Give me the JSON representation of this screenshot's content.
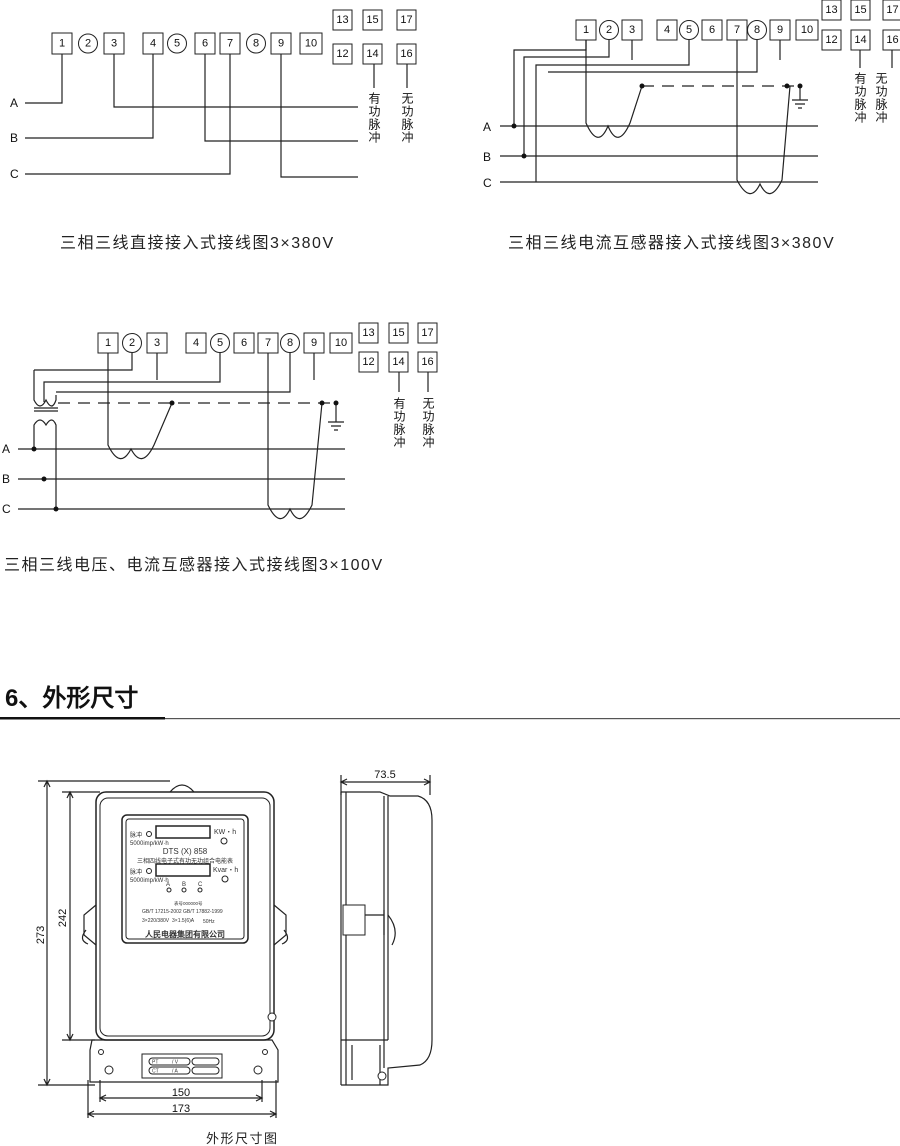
{
  "diagrams": [
    {
      "caption": "三相三线直接接入式接线图3×380V",
      "phases": [
        "A",
        "B",
        "C"
      ],
      "terminals": [
        "1",
        "2",
        "3",
        "4",
        "5",
        "6",
        "7",
        "8",
        "9",
        "10"
      ],
      "pulse_terminals_top": [
        "13",
        "15",
        "17"
      ],
      "pulse_terminals_bottom": [
        "12",
        "14",
        "16"
      ],
      "active_pulse": "有功脉冲",
      "reactive_pulse": "无功脉冲"
    },
    {
      "caption": "三相三线电流互感器接入式接线图3×380V",
      "phases": [
        "A",
        "B",
        "C"
      ],
      "terminals": [
        "1",
        "2",
        "3",
        "4",
        "5",
        "6",
        "7",
        "8",
        "9",
        "10"
      ],
      "pulse_terminals_top": [
        "13",
        "15",
        "17"
      ],
      "pulse_terminals_bottom": [
        "12",
        "14",
        "16"
      ],
      "active_pulse": "有功脉冲",
      "reactive_pulse": "无功脉冲"
    },
    {
      "caption": "三相三线电压、电流互感器接入式接线图3×100V",
      "phases": [
        "A",
        "B",
        "C"
      ],
      "terminals": [
        "1",
        "2",
        "3",
        "4",
        "5",
        "6",
        "7",
        "8",
        "9",
        "10"
      ],
      "pulse_terminals_top": [
        "13",
        "15",
        "17"
      ],
      "pulse_terminals_bottom": [
        "12",
        "14",
        "16"
      ],
      "active_pulse": "有功脉冲",
      "reactive_pulse": "无功脉冲"
    }
  ],
  "section": {
    "title": "6、外形尺寸",
    "accent_color": "#000000"
  },
  "dimensions": {
    "height_total": "273",
    "height_inner": "242",
    "width_inner": "150",
    "width_total": "173",
    "depth": "73.5",
    "caption": "外形尺寸图"
  },
  "meter_face": {
    "pulse_label": "脉冲",
    "constant_1": "5000imp/kW·h",
    "unit_1": "KW・h",
    "model": "DTS (X) 858",
    "name": "三相四线电子式有功无功组合电能表",
    "constant_2": "5000imp/kW·h",
    "unit_2": "Kvar・h",
    "phase_leds": [
      "A",
      "B",
      "C"
    ],
    "serial": "表号000000号",
    "std_1": "GB/T 17215-2002",
    "std_2": "GB/T 17882-1999",
    "voltage": "3×220/380V",
    "current": "3×1.5(6)A",
    "freq": "50Hz",
    "manufacturer": "人民电器集团有限公司",
    "pt_label": "PT",
    "pt_value": "/   V",
    "ct_label": "CT",
    "ct_value": "/   A"
  }
}
